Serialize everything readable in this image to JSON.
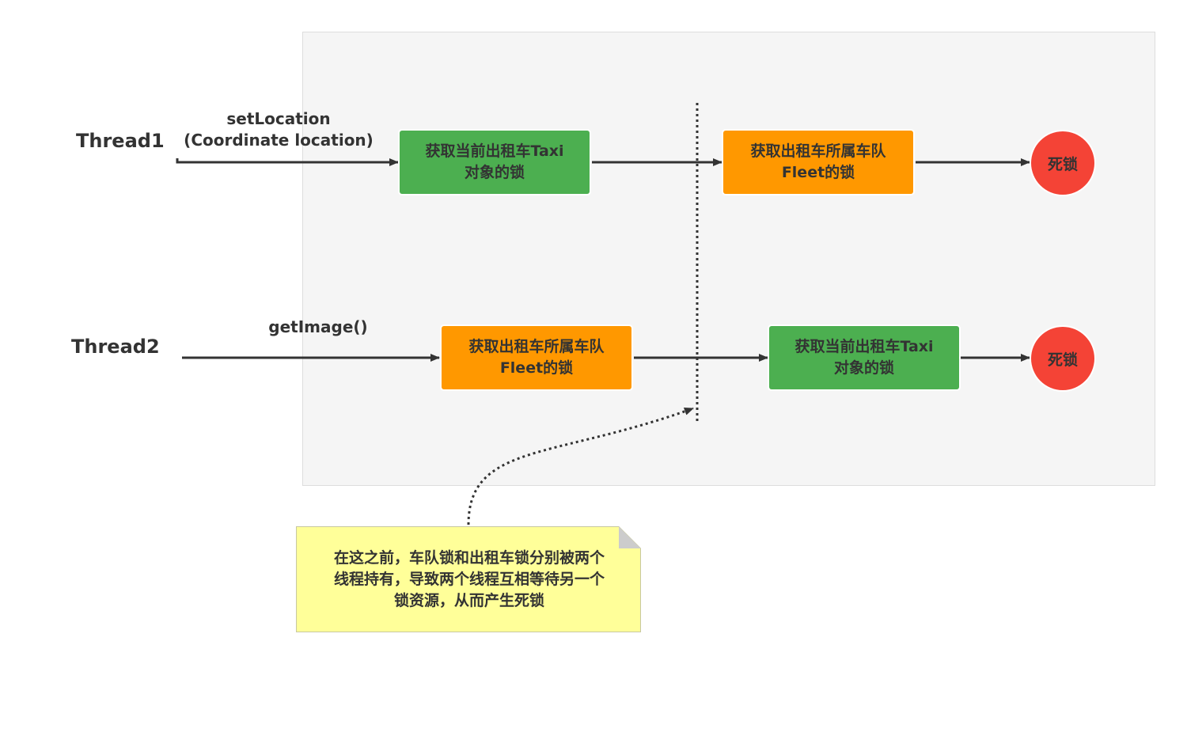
{
  "threads": [
    {
      "label": "Thread1",
      "method_line1": "setLocation",
      "method_line2": "(Coordinate location)",
      "first_lock": {
        "line1": "获取当前出租车Taxi",
        "line2": "对象的锁",
        "color": "#4caf50"
      },
      "second_lock": {
        "line1": "获取出租车所属车队",
        "line2": "Fleet的锁",
        "color": "#ff9800"
      },
      "result": "死锁"
    },
    {
      "label": "Thread2",
      "method_line1": "getImage()",
      "first_lock": {
        "line1": "获取出租车所属车队",
        "line2": "Fleet的锁",
        "color": "#ff9800"
      },
      "second_lock": {
        "line1": "获取当前出租车Taxi",
        "line2": "对象的锁",
        "color": "#4caf50"
      },
      "result": "死锁"
    }
  ],
  "note": {
    "line1": "在这之前，车队锁和出租车锁分别被两个",
    "line2": "线程持有，导致两个线程互相等待另一个",
    "line3": "锁资源，从而产生死锁",
    "color": "#ffff99"
  },
  "colors": {
    "panel": "#f5f5f5",
    "green": "#4caf50",
    "orange": "#ff9800",
    "deadlock": "#f44336",
    "line": "#333333"
  }
}
